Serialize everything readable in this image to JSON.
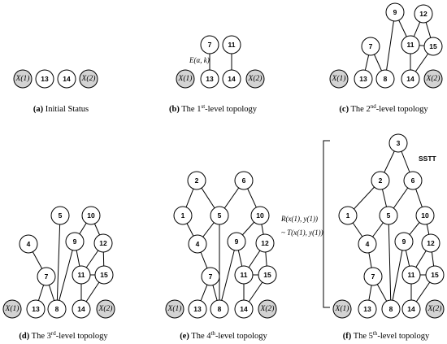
{
  "colors": {
    "leaf_fill": "#d3d3d3",
    "node_fill": "#ffffff",
    "stroke": "#000000"
  },
  "node_text": {
    "x1": "X(1)",
    "x2": "X(2)",
    "n1": "1",
    "n2": "2",
    "n3": "3",
    "n4": "4",
    "n5": "5",
    "n6": "6",
    "n7": "7",
    "n8": "8",
    "n9": "9",
    "n10": "10",
    "n11": "11",
    "n12": "12",
    "n13": "13",
    "n14": "14",
    "n15": "15"
  },
  "panels": [
    {
      "id": "a",
      "tag": "(a)",
      "caption": "Initial Status",
      "sup": "",
      "suffix": ""
    },
    {
      "id": "b",
      "tag": "(b)",
      "caption": "The 1",
      "sup": "st",
      "suffix": "-level topology"
    },
    {
      "id": "c",
      "tag": "(c)",
      "caption": "The 2",
      "sup": "nd",
      "suffix": "-level topology"
    },
    {
      "id": "d",
      "tag": "(d)",
      "caption": "The 3",
      "sup": "rd",
      "suffix": "-level topology"
    },
    {
      "id": "e",
      "tag": "(e)",
      "caption": "The 4",
      "sup": "th",
      "suffix": "-level topology"
    },
    {
      "id": "f",
      "tag": "(f)",
      "caption": "The 5",
      "sup": "th",
      "suffix": "-level topology"
    }
  ],
  "annotations": {
    "edge_label": "E(α, k)",
    "relation_top": "R(x(1), y(1))",
    "relation_bottom": "~ T(x(1), y(1))",
    "sstt": "SSTT"
  }
}
